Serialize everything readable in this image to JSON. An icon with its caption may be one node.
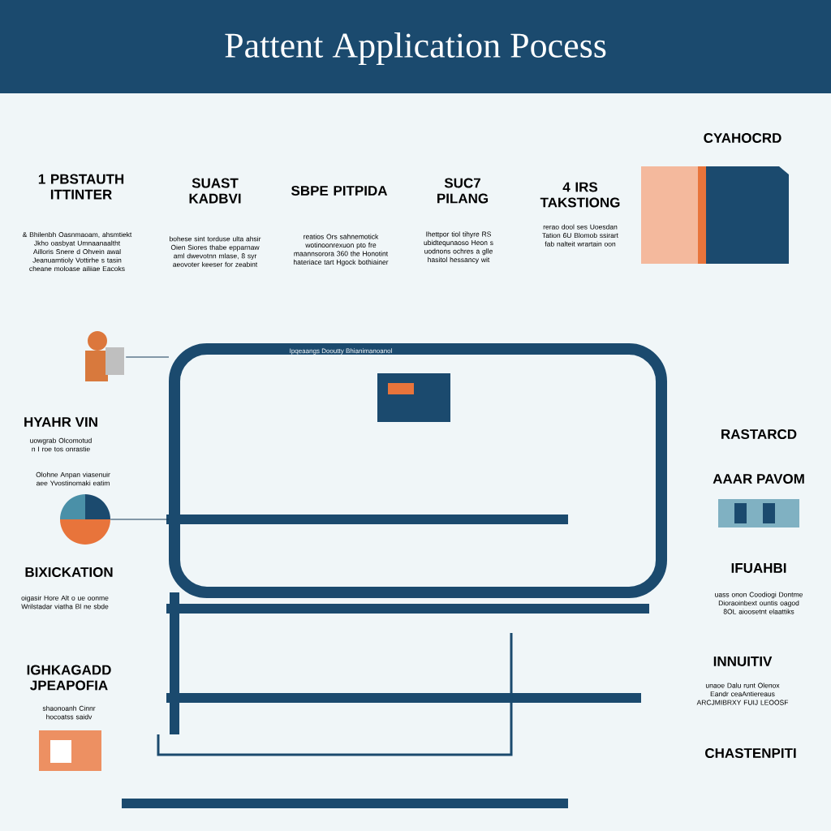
{
  "diagram": {
    "title": "Pattent Application Pocess",
    "nodes": [
      {
        "text": [],
        "shape": "person"
      },
      {
        "text": [],
        "shape": "circle"
      },
      {
        "text": [],
        "shape": "box"
      }
    ],
    "edges": [
      {
        "from": 0,
        "to": 2,
        "arrow": "none"
      },
      {
        "from": 1,
        "to": 2,
        "arrow": "none"
      }
    ],
    "labels": [
      "1 PBSTAUTH ITTINTER",
      "& Bhilenbh Oasnmaoam, ahsmtiekt Jkho oasbyat Umnaanaaltht Ailloris Snere d Ohvein awal Jeanuamtioly Vottirhe s tasin cheane moloase ailiiae Eacoks",
      "SUAST KADBVI",
      "bohese sint torduse ulta ahsir Oien Siores thabe epparnaw aml dwevotnn mlase, 8 syr aeovoter keeser for zeabint",
      "SBPE PITPIDA",
      "reatios Ors sahnemotick wotinoonrexuon pto fre maannsorora 360 the Honotint hateriace tart Hgock bothiainer",
      "SUC7 PILANG",
      "Ihettpor tiol tihyre RS ubidtequnaoso Heon s uodnons ochres a glle hasitol hessancy wit",
      "4 IRS TAKSTIONG",
      "rerao dool ses Uoesdan Tation 6U Blomob ssirart fab nalteit wrartain oon",
      "CYAHOCRD",
      "Ipqeaangs Dooutty Bhianimanoanol",
      "HYAHR VIN",
      "uowgrab Olcomotud n I roe tos onrastie",
      "Olohne Anpan viasenuir aee Yvostinomaki eatim",
      "BIXICKATION",
      "oigasir Hore Alt o ue oonme Wrilstadar viatha Bl ne sbde",
      "IGHKAGADD JPEAPOFIA",
      "shaonoanh Cinnr hocoatss saidv",
      "RASTARCD",
      "AAAR PAVOM",
      "IFUAHBI",
      "uass onon Coodiogi Dontme Dioraoinbext ountis oagod 8OL aioosetnt elaattiks",
      "INNUITIV",
      "unaoe Dalu runt Olenox Eandr ceaAntiereaus ARCJMIBRXY FUIJ LEOOSF",
      "CHASTENPITI"
    ]
  }
}
